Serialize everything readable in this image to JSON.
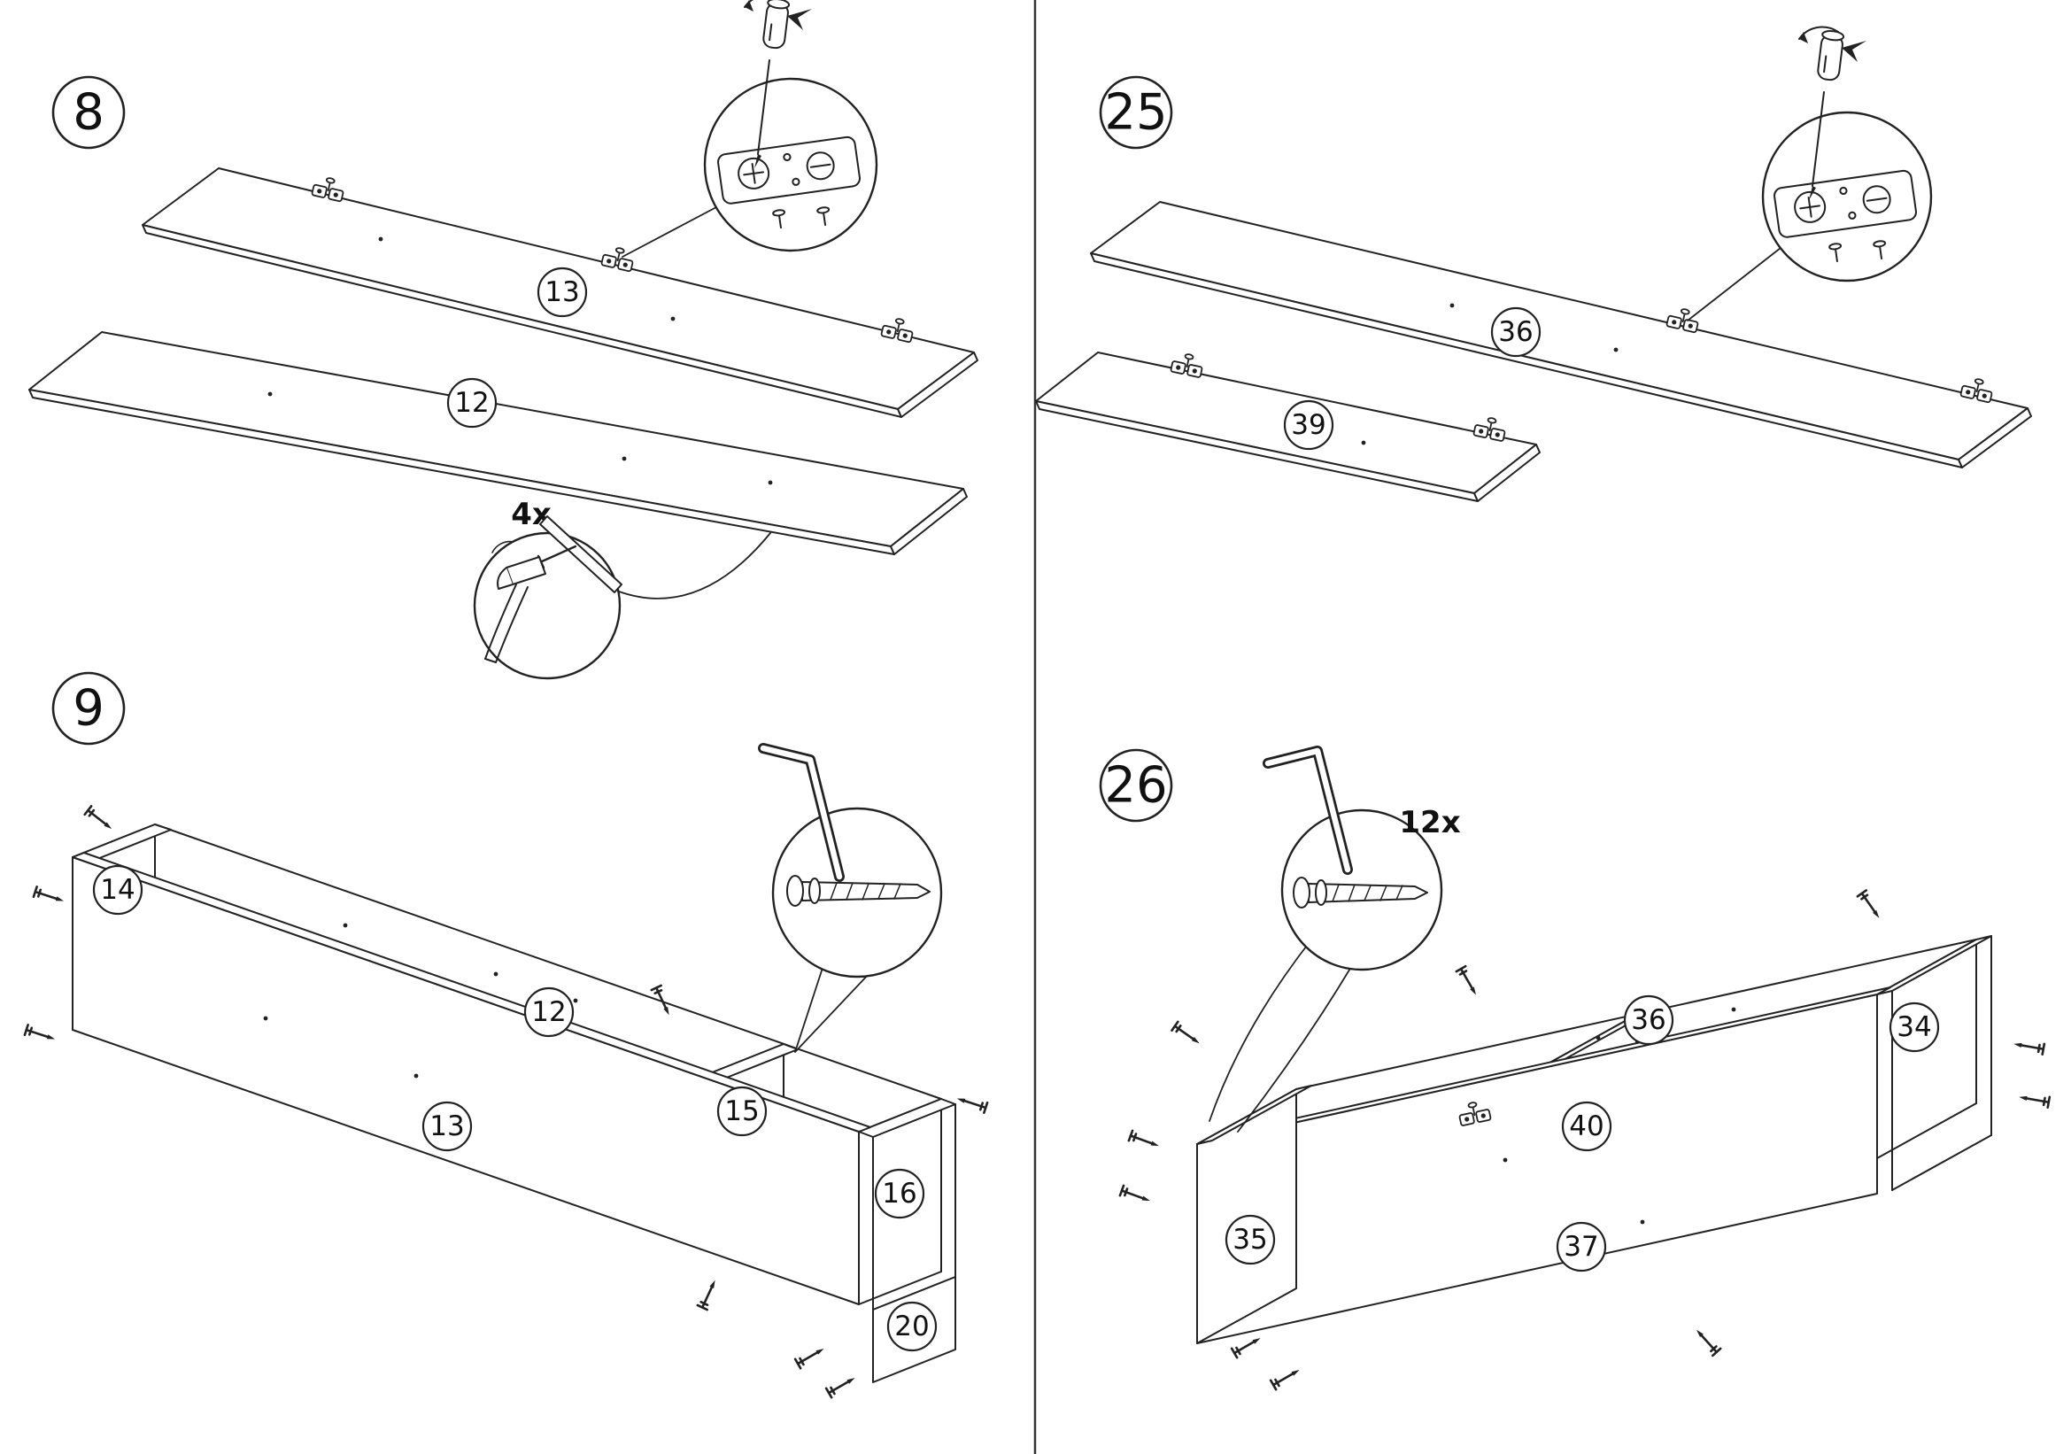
{
  "page": {
    "background": "#ffffff",
    "line_color": "#222222"
  },
  "steps": {
    "s8": {
      "num": "8",
      "board_top": "13",
      "board_bottom": "12",
      "nail_qty": "4x"
    },
    "s25": {
      "num": "25",
      "board_long": "36",
      "board_short": "39"
    },
    "s9": {
      "num": "9",
      "left_panel": "14",
      "back_panel": "12",
      "front_panel": "13",
      "divider_panel": "15",
      "right_panel": "16",
      "bottom_panel": "20"
    },
    "s26": {
      "num": "26",
      "screw_qty": "12x",
      "back_panel": "36",
      "right_panel": "34",
      "divider_panel": "40",
      "left_panel": "35",
      "front_panel": "37"
    }
  }
}
